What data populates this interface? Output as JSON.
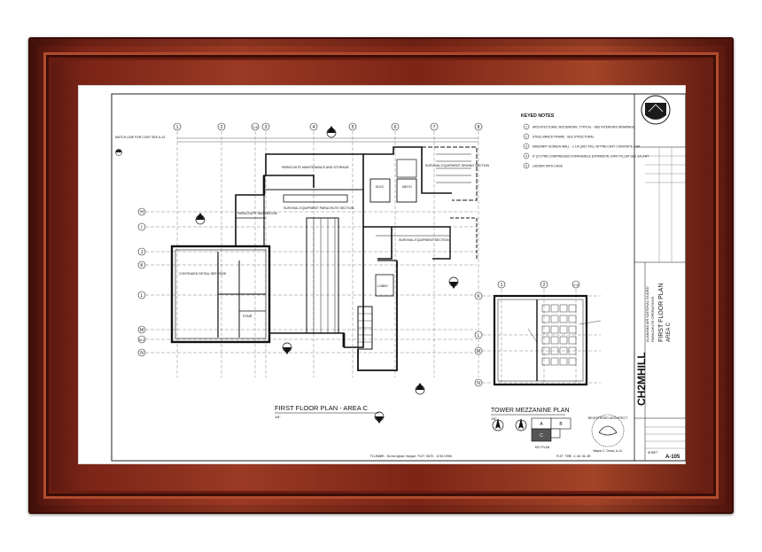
{
  "keyed_notes": {
    "heading": "KEYED NOTES",
    "items": [
      {
        "num": "1",
        "text": "ARCHITECTURAL WOODWORK, TYPICAL - SEE INTERIORS DRAWINGS"
      },
      {
        "num": "2",
        "text": "STEEL BRACE FRAME - SEE STRUCTURAL"
      },
      {
        "num": "3",
        "text": "MASONRY SCREEN WALL - 1 1/4 (3/8\") TALL W/ PRE-CAST CONCRETE CAP"
      },
      {
        "num": "4",
        "text": "6\" (2\") PRE-COMPRESSED EXPANDABLE EXPANSION JOINT FILLER SEE SALANT"
      },
      {
        "num": "5",
        "text": "LADDER WITH CAGE"
      }
    ]
  },
  "plans": {
    "first_floor_title": "FIRST FLOOR PLAN - AREA C",
    "first_floor_scale": "1/8\"",
    "mezzanine_title": "TOWER MEZZANINE PLAN",
    "mezzanine_scale": "1/8\"",
    "key_plan_label": "KEY PLAN",
    "key_plan_areas": [
      "A",
      "B",
      "C"
    ]
  },
  "grid": {
    "columns": [
      "1",
      "2",
      "2.8",
      "3",
      "4",
      "5",
      "6",
      "7",
      "8"
    ],
    "rows": [
      "H",
      "I",
      "J",
      "K",
      "L",
      "M",
      "M.2",
      "N"
    ],
    "mezz_columns": [
      "1",
      "2",
      "2.8"
    ],
    "mezz_rows": [
      "K",
      "L",
      "M",
      "N"
    ]
  },
  "rooms": [
    "PARACHUTE MAINTENANCE AND STORAGE",
    "SURVIVAL EQUIPMENT PARACHUTE SECTION",
    "PARACHUTE WASHROOM",
    "SURVIVAL EQUIPMENT SEWING SECTION",
    "SURVIVAL EQUIPMENT SECTION",
    "CONTINUED DETAIL SEE PAGE",
    "LOBBY",
    "STAIR",
    "ELEC",
    "MECH"
  ],
  "watch_line": "MATCH LINE FOR CONT SEE A-10",
  "title_block": {
    "firm": "CH2MHILL",
    "sheet_title_1": "FIRST FLOOR PLAN",
    "sheet_title_2": "AREA C",
    "project_1": "ALABAMA AIR NATIONAL GUARD",
    "project_2": "PARACHUTE OPERATIONS",
    "architect": "REGISTERED ARCHITECT",
    "seal_name": "Wayne C. Crews, A.I.A.",
    "sheet_label": "SHEET",
    "sheet_number": "A-105"
  },
  "footer": {
    "left": "FILENAME: Birmingham Hangar  PLOT DATE: 9/30/2008",
    "right": "PLOT TIME  4:46:39 AM"
  },
  "colors": {
    "frame_dark": "#4a120c",
    "frame_light": "#a34428",
    "ink": "#111111"
  }
}
